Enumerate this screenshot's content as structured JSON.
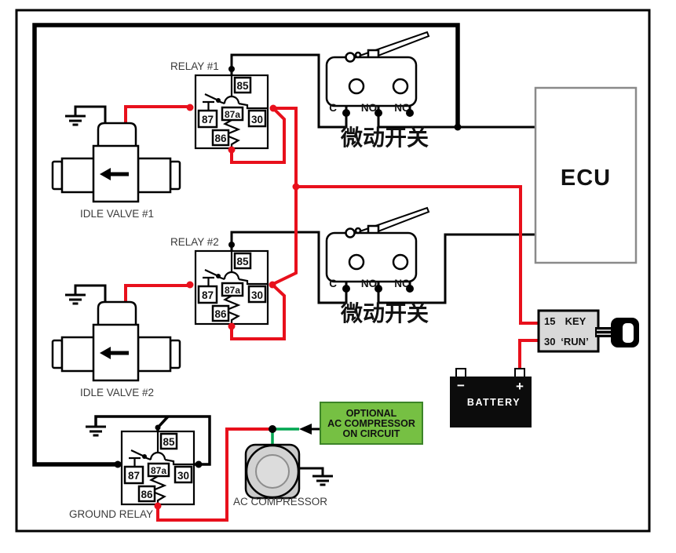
{
  "colors": {
    "wire_red": "#e8101c",
    "wire_green": "#00a651",
    "optional_box_fill": "#76c043",
    "optional_box_border": "#3c8428",
    "key_box_fill": "#d9d9d9",
    "battery_fill": "#0c0c0c",
    "ecu_border": "#8a8a8a"
  },
  "relays": {
    "relay1_label": "RELAY #1",
    "relay2_label": "RELAY #2",
    "ground_label": "GROUND RELAY"
  },
  "relay_pins": {
    "p85": "85",
    "p87": "87",
    "p87a": "87a",
    "p30": "30",
    "p86": "86"
  },
  "micro_switch": {
    "c": "C",
    "no": "NO",
    "nc": "NC",
    "caption": "微动开关"
  },
  "idle_valves": {
    "v1": "IDLE VALVE #1",
    "v2": "IDLE VALVE #2"
  },
  "ecu": {
    "label": "ECU"
  },
  "key_switch": {
    "pin15": "15",
    "pin30": "30",
    "line1": "KEY",
    "line2": "‘RUN’"
  },
  "battery": {
    "label": "BATTERY",
    "minus": "−",
    "plus": "+"
  },
  "compressor": {
    "label": "AC COMPRESSOR"
  },
  "optional_box": {
    "line1": "OPTIONAL",
    "line2": "AC COMPRESSOR",
    "line3": "ON CIRCUIT"
  }
}
